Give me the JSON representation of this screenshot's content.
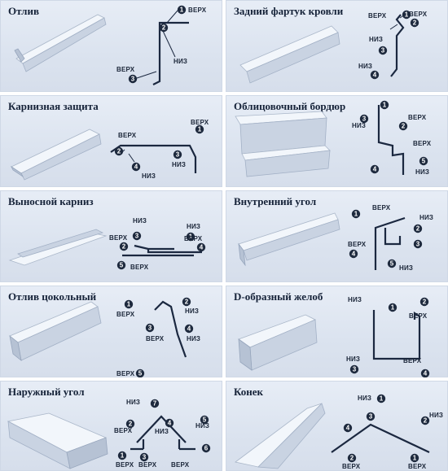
{
  "panels": [
    {
      "title": "Отлив",
      "labels": {
        "top": "ВЕРХ",
        "bottom": "НИЗ",
        "top2": "ВЕРХ"
      },
      "markers": [
        "1",
        "2",
        "3"
      ]
    },
    {
      "title": "Задний фартук кровли",
      "labels": {
        "a": "ВЕРХ",
        "b": "ВЕРХ",
        "c": "НИЗ",
        "d": "НИЗ"
      },
      "markers": [
        "1",
        "2",
        "3",
        "4"
      ]
    },
    {
      "title": "Карнизная защита",
      "labels": {
        "a": "ВЕРХ",
        "b": "ВЕРХ",
        "c": "НИЗ",
        "d": "НИЗ"
      },
      "markers": [
        "1",
        "2",
        "3",
        "4"
      ]
    },
    {
      "title": "Облицовочный бордюр",
      "labels": {
        "a": "ВЕРХ",
        "b": "НИЗ",
        "c": "ВЕРХ",
        "d": "НИЗ"
      },
      "markers": [
        "1",
        "2",
        "3",
        "4",
        "5"
      ]
    },
    {
      "title": "Выносной карниз",
      "labels": {
        "a": "НИЗ",
        "b": "НИЗ",
        "c": "ВЕРХ",
        "d": "ВЕРХ",
        "e": "ВЕРХ"
      },
      "markers": [
        "1",
        "2",
        "3",
        "4",
        "5"
      ]
    },
    {
      "title": "Внутренний угол",
      "labels": {
        "a": "ВЕРХ",
        "b": "НИЗ",
        "c": "ВЕРХ",
        "d": "НИЗ"
      },
      "markers": [
        "1",
        "2",
        "3",
        "4",
        "5"
      ]
    },
    {
      "title": "Отлив цокольный",
      "labels": {
        "a": "ВЕРХ",
        "b": "НИЗ",
        "c": "ВЕРХ",
        "d": "НИЗ",
        "e": "ВЕРХ"
      },
      "markers": [
        "1",
        "2",
        "3",
        "4",
        "5"
      ]
    },
    {
      "title": "D-образный желоб",
      "labels": {
        "a": "НИЗ",
        "b": "ВЕРХ",
        "c": "НИЗ",
        "d": "ВЕРХ"
      },
      "markers": [
        "1",
        "2",
        "3",
        "4"
      ]
    },
    {
      "title": "Наружный угол",
      "labels": {
        "a": "НИЗ",
        "b": "ВЕРХ",
        "c": "НИЗ",
        "d": "НИЗ",
        "e": "ВЕРХ",
        "f": "ВЕРХ",
        "g": "ВЕРХ"
      },
      "markers": [
        "1",
        "2",
        "3",
        "4",
        "5",
        "6",
        "7"
      ]
    },
    {
      "title": "Конек",
      "labels": {
        "a": "НИЗ",
        "b": "НИЗ",
        "c": "ВЕРХ",
        "d": "ВЕРХ"
      },
      "markers": [
        "1",
        "2",
        "3",
        "4"
      ]
    }
  ]
}
